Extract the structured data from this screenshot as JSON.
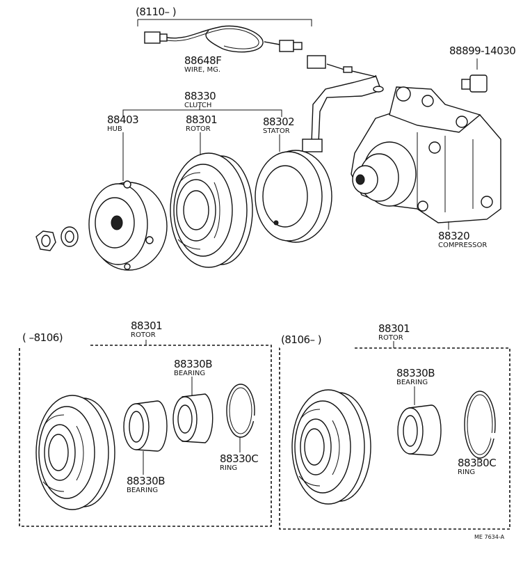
{
  "header": {
    "wire_period": "(8110–       )"
  },
  "parts": {
    "wire": {
      "code": "88648F",
      "name": "WIRE, MG."
    },
    "switch": {
      "code": "88899-14030"
    },
    "clutch": {
      "code": "88330",
      "name": "CLUTCH"
    },
    "hub": {
      "code": "88403",
      "name": "HUB"
    },
    "rotor": {
      "code": "88301",
      "name": "ROTOR"
    },
    "stator": {
      "code": "88302",
      "name": "STATOR"
    },
    "compressor": {
      "code": "88320",
      "name": "COMPRESSOR"
    }
  },
  "panel_left": {
    "period": "(      –8106)",
    "rotor_code": "88301",
    "rotor_name": "ROTOR",
    "bearing_top_code": "88330B",
    "bearing_top_name": "BEARING",
    "bearing_bottom_code": "88330B",
    "bearing_bottom_name": "BEARING",
    "ring_code": "88330C",
    "ring_name": "RING"
  },
  "panel_right": {
    "period": "(8106–          )",
    "rotor_code": "88301",
    "rotor_name": "ROTOR",
    "bearing_code": "88330B",
    "bearing_name": "BEARING",
    "ring_code": "88330C",
    "ring_name": "RING"
  },
  "footer": {
    "ref": "ME 7634-A"
  }
}
